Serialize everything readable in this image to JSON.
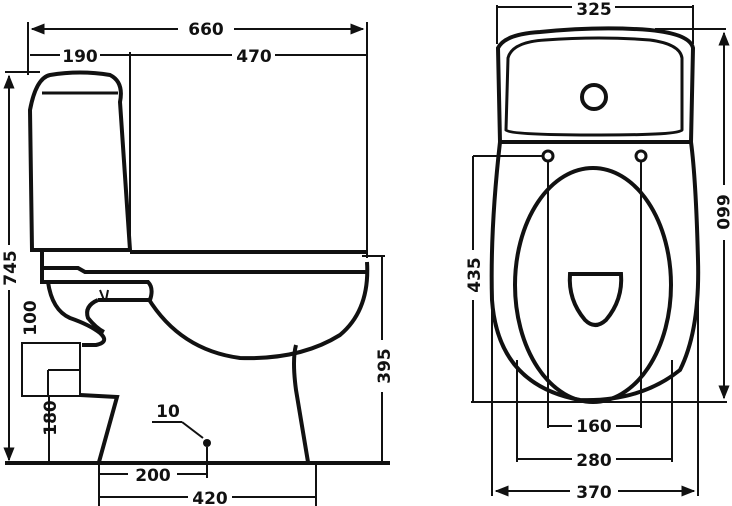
{
  "diagram": {
    "subject": "Close-coupled toilet technical dimension drawing",
    "units": "mm",
    "colors": {
      "line": "#111111",
      "background": "#ffffff"
    }
  },
  "side_view": {
    "overall_depth": "660",
    "cistern_depth": "190",
    "bowl_depth": "470",
    "overall_height": "745",
    "outlet_height": "100",
    "outlet_offset": "180",
    "seat_height": "395",
    "fixing_hole_dia": "10",
    "fixing_distance": "200",
    "base_depth": "420"
  },
  "top_view": {
    "cistern_width": "325",
    "overall_depth": "660",
    "seat_hinge_to_front": "435",
    "hinge_spacing": "160",
    "seat_width": "280",
    "bowl_width": "370"
  }
}
